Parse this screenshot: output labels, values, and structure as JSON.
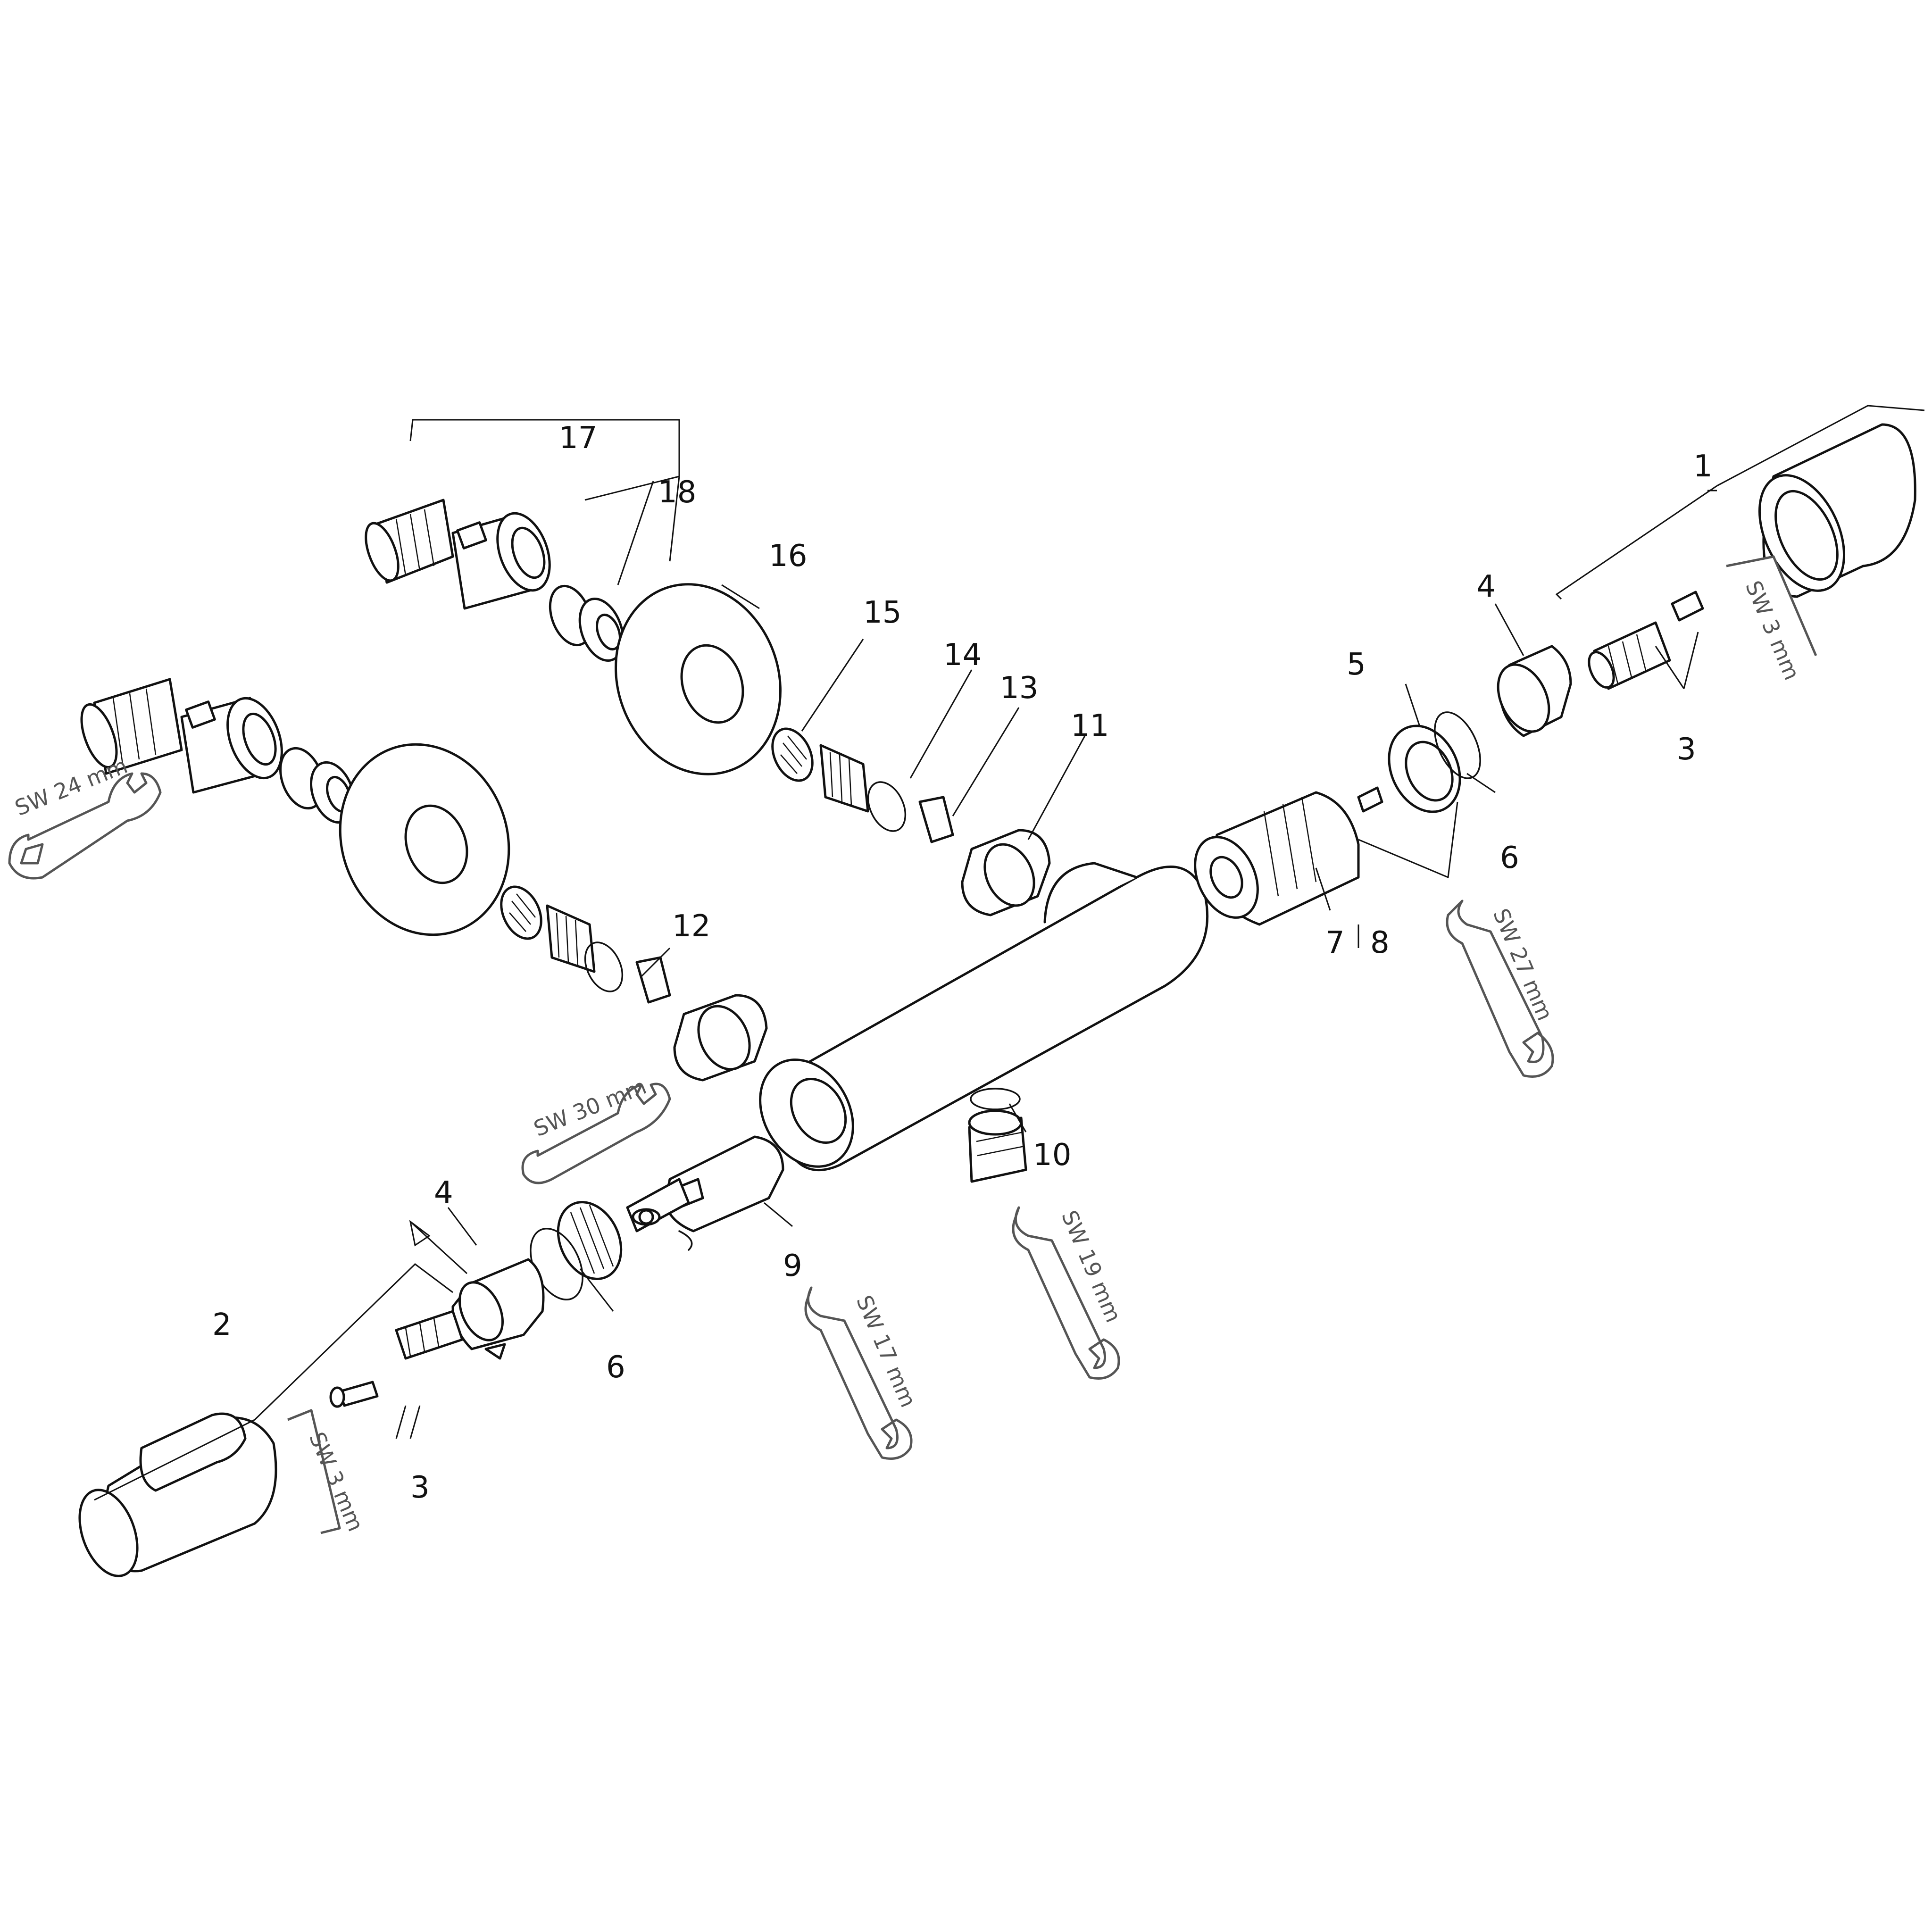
{
  "callouts": {
    "c1": "1",
    "c2": "2",
    "c3a": "3",
    "c3b": "3",
    "c4a": "4",
    "c4b": "4",
    "c5": "5",
    "c6a": "6",
    "c6b": "6",
    "c7": "7",
    "c8": "8",
    "c9": "9",
    "c10": "10",
    "c11": "11",
    "c12": "12",
    "c13": "13",
    "c14": "14",
    "c15": "15",
    "c16": "16",
    "c17": "17",
    "c18": "18"
  },
  "tools": {
    "sw24": "SW 24 mm",
    "sw30": "SW 30 mm",
    "sw27": "SW 27 mm",
    "sw19": "SW 19 mm",
    "sw17": "SW 17 mm",
    "sw3_top": "SW 3 mm",
    "sw3_bottom": "SW 3 mm"
  },
  "colors": {
    "line": "#111111",
    "tool": "#555555",
    "background": "#ffffff"
  }
}
